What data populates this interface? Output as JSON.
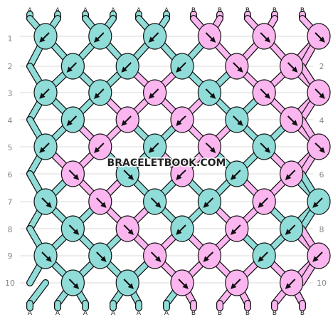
{
  "watermark": "BRACELETBOOK.COM",
  "colors": {
    "A": "#8fdcd8",
    "B": "#fbb5ef",
    "outline": "#111111",
    "grid": "#cccccc",
    "background": "#ffffff"
  },
  "strings_top": [
    "A",
    "A",
    "A",
    "A",
    "A",
    "A",
    "B",
    "B",
    "B",
    "B",
    "B",
    "B"
  ],
  "strings_bottom": [
    "A",
    "A",
    "A",
    "A",
    "A",
    "A",
    "B",
    "B",
    "B",
    "B",
    "B",
    "B"
  ],
  "row_labels": [
    "1",
    "2",
    "3",
    "4",
    "5",
    "6",
    "7",
    "8",
    "9",
    "10"
  ],
  "knots": [
    [
      {
        "c": "A",
        "d": "sw"
      },
      {
        "c": "A",
        "d": "sw"
      },
      {
        "c": "A",
        "d": "sw"
      },
      {
        "c": "B",
        "d": "se"
      },
      {
        "c": "B",
        "d": "se"
      },
      {
        "c": "B",
        "d": "se"
      }
    ],
    [
      {
        "c": "A",
        "d": "sw"
      },
      {
        "c": "A",
        "d": "sw"
      },
      {
        "c": "A",
        "d": "sw"
      },
      {
        "c": "B",
        "d": "se"
      },
      {
        "c": "B",
        "d": "se"
      }
    ],
    [
      {
        "c": "A",
        "d": "sw"
      },
      {
        "c": "A",
        "d": "sw"
      },
      {
        "c": "B",
        "d": "sw"
      },
      {
        "c": "A",
        "d": "se"
      },
      {
        "c": "B",
        "d": "se"
      },
      {
        "c": "B",
        "d": "se"
      }
    ],
    [
      {
        "c": "A",
        "d": "sw"
      },
      {
        "c": "B",
        "d": "sw"
      },
      {
        "c": "B",
        "d": "bsw"
      },
      {
        "c": "A",
        "d": "se"
      },
      {
        "c": "B",
        "d": "se"
      }
    ],
    [
      {
        "c": "A",
        "d": "sw"
      },
      {
        "c": "B",
        "d": "sw"
      },
      {
        "c": "A",
        "d": "sw"
      },
      {
        "c": "B",
        "d": "bse"
      },
      {
        "c": "A",
        "d": "se"
      },
      {
        "c": "B",
        "d": "bse"
      }
    ],
    [
      {
        "c": "B",
        "d": "se"
      },
      {
        "c": "A",
        "d": "se"
      },
      {
        "c": "B",
        "d": "bsw"
      },
      {
        "c": "A",
        "d": "sw"
      },
      {
        "c": "B",
        "d": "sw"
      }
    ],
    [
      {
        "c": "A",
        "d": "se"
      },
      {
        "c": "B",
        "d": "se"
      },
      {
        "c": "A",
        "d": "se"
      },
      {
        "c": "A",
        "d": "sw"
      },
      {
        "c": "B",
        "d": "sw"
      },
      {
        "c": "A",
        "d": "sw"
      }
    ],
    [
      {
        "c": "A",
        "d": "se"
      },
      {
        "c": "B",
        "d": "se"
      },
      {
        "c": "A",
        "d": "sw"
      },
      {
        "c": "B",
        "d": "sw"
      },
      {
        "c": "A",
        "d": "sw"
      }
    ],
    [
      {
        "c": "A",
        "d": "se"
      },
      {
        "c": "A",
        "d": "se"
      },
      {
        "c": "B",
        "d": "se"
      },
      {
        "c": "B",
        "d": "bsw"
      },
      {
        "c": "A",
        "d": "sw"
      },
      {
        "c": "B",
        "d": "sw"
      }
    ],
    [
      {
        "c": "A",
        "d": "se"
      },
      {
        "c": "A",
        "d": "se"
      },
      {
        "c": "B",
        "d": "se"
      },
      {
        "c": "B",
        "d": "sw"
      },
      {
        "c": "B",
        "d": "sw"
      }
    ]
  ]
}
